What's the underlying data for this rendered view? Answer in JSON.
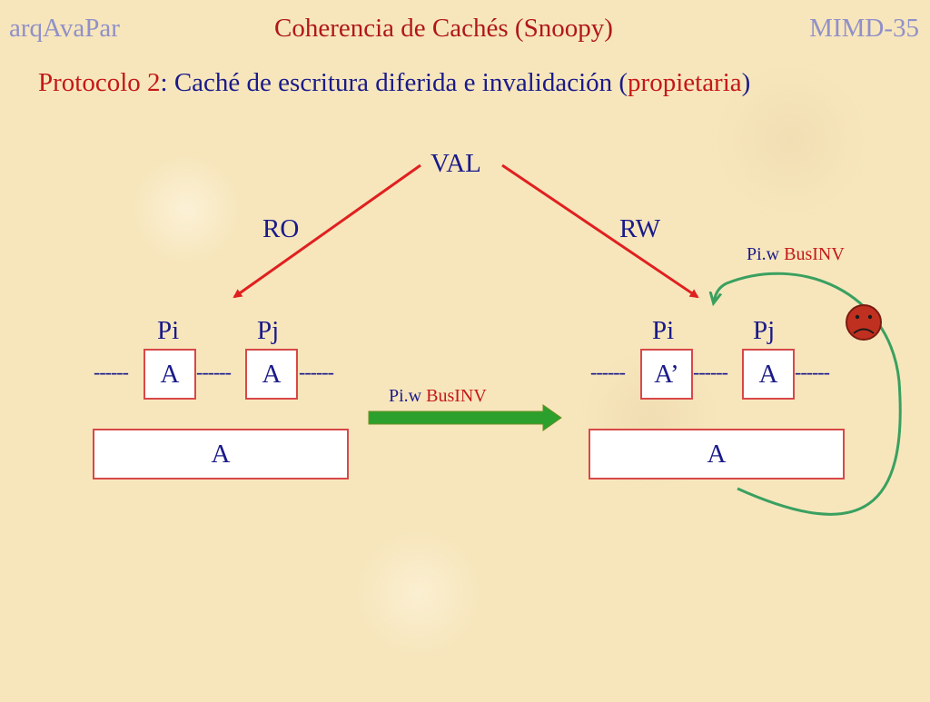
{
  "header": {
    "left": "arqAvaPar",
    "center": "Coherencia de Cachés (Snoopy)",
    "right": "MIMD-35"
  },
  "subtitle": {
    "prefix": "Protocolo 2",
    "rest": ": Caché de escritura diferida e invalidación (",
    "highlight": "propietaria",
    "suffix": ")"
  },
  "diagram": {
    "state_top": "VAL",
    "state_left": "RO",
    "state_right": "RW",
    "left": {
      "proc_i": "Pi",
      "proc_j": "Pj",
      "cache_i": "A",
      "cache_j": "A",
      "memory": "A"
    },
    "right": {
      "proc_i": "Pi",
      "proc_j": "Pj",
      "cache_i": "A’",
      "cache_j": "A",
      "memory": "A"
    },
    "dashes": "------",
    "transition": {
      "op": "Pi.w",
      "bus": "BusINV"
    },
    "feedback": {
      "op": "Pi.w",
      "bus": "BusINV"
    }
  },
  "colors": {
    "background": "#f7e6bc",
    "title_red": "#b01818",
    "text_blue": "#1a1a8a",
    "header_gray": "#9090c8",
    "line_red": "#e02020",
    "arrow_green": "#2ca02c",
    "curve_green": "#3aa060",
    "face": "#c03020"
  },
  "icons": {
    "sad_face": "sad-face-icon",
    "invalid_cross": "cross-icon"
  }
}
